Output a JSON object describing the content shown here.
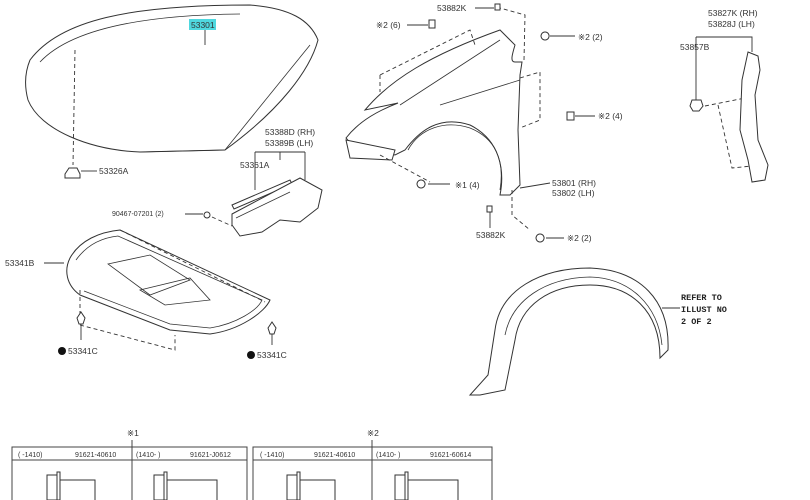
{
  "highlight_color": "#4fd8df",
  "hood": {
    "part": "53301",
    "stopper": "53326A"
  },
  "insulator": {
    "part": "53341B",
    "clip_left": "53341C",
    "clip_right": "53341C",
    "clip_marker": "●",
    "nut": "90467-07201 (2)"
  },
  "seal": {
    "rh": "53388D (RH)",
    "lh": "53389B (LH)",
    "seal_part": "53361A"
  },
  "fender": {
    "nut_top": "53882K",
    "bolt_top": "※2 (6)",
    "bolt_upper_right": "※2 (2)",
    "bolt_mid_right": "※2 (4)",
    "bolt_front": "※1 (4)",
    "rh": "53801 (RH)",
    "lh": "53802 (LH)",
    "nut_bottom": "53882K",
    "bolt_bottom": "※2 (2)"
  },
  "bracket": {
    "rh": "53827K (RH)",
    "lh": "53828J (LH)",
    "clip": "53857B"
  },
  "liner_note": [
    "REFER TO",
    "ILLUST NO",
    "2 OF 2"
  ],
  "bolt_tables": [
    {
      "mark": "※1",
      "cols": [
        {
          "range": "(    -1410)",
          "part": "91621-40610"
        },
        {
          "range": "(1410-     )",
          "part": "91621-J0612"
        }
      ]
    },
    {
      "mark": "※2",
      "cols": [
        {
          "range": "(    -1410)",
          "part": "91621-40610"
        },
        {
          "range": "(1410-     )",
          "part": "91621-60614"
        }
      ]
    }
  ]
}
